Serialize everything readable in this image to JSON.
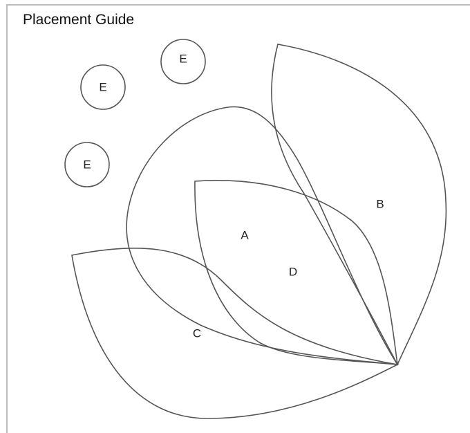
{
  "title": "Placement Guide",
  "labels": {
    "a": "A",
    "b": "B",
    "c": "C",
    "d": "D",
    "e1": "E",
    "e2": "E",
    "e3": "E"
  },
  "colors": {
    "stroke": "#555555",
    "border": "#bcbcbc",
    "text": "#222222"
  }
}
